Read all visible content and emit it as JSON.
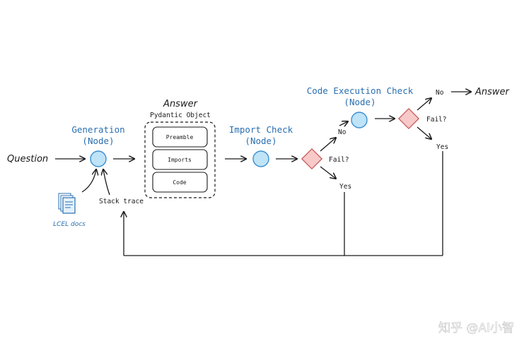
{
  "inputs": {
    "question": "Question",
    "docs": "LCEL docs",
    "stack_trace": "Stack trace"
  },
  "generation": {
    "title": "Generation",
    "subtitle": "(Node)"
  },
  "answer_object": {
    "heading": "Answer",
    "subheading": "Pydantic Object",
    "fields": [
      "Preamble",
      "Imports",
      "Code"
    ]
  },
  "import_check": {
    "title": "Import Check",
    "subtitle": "(Node)"
  },
  "exec_check": {
    "title": "Code Execution Check",
    "subtitle": "(Node)"
  },
  "decisions": {
    "import_fail": {
      "label": "Fail?",
      "yes": "Yes",
      "no": "No"
    },
    "exec_fail": {
      "label": "Fail?",
      "yes": "Yes",
      "no": "No"
    }
  },
  "final": {
    "label": "Answer"
  },
  "watermark": "知乎 @AI小智",
  "colors": {
    "node_fill": "#bfe3f7",
    "node_stroke": "#3b8fd0",
    "diamond_fill": "#f7c9c9",
    "diamond_stroke": "#c85a5a",
    "title_blue": "#2a6fb0"
  }
}
